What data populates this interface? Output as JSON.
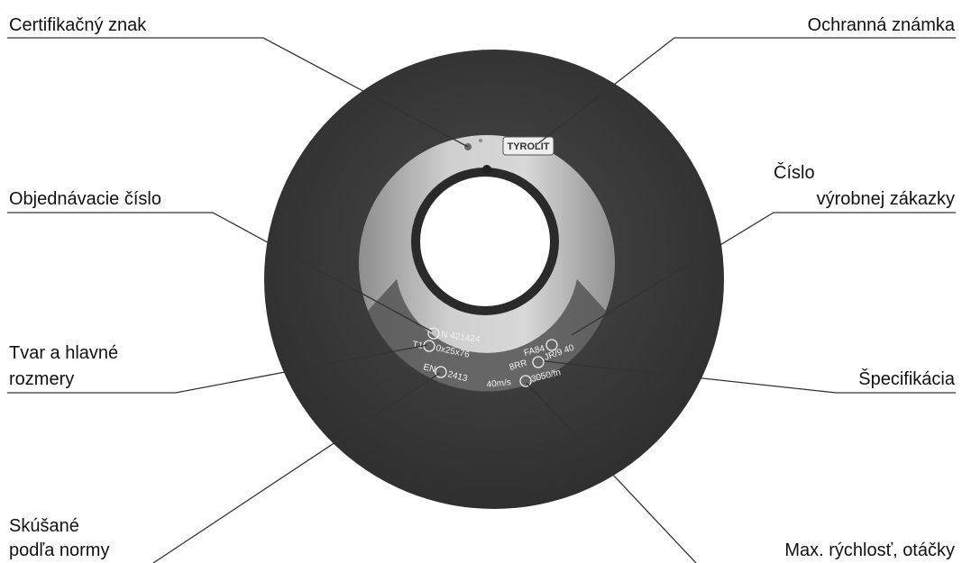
{
  "labels": {
    "certification_mark": "Certifikačný znak",
    "trademark": "Ochranná známka",
    "order_number": "Objednávacie číslo",
    "production_order_number_line1": "Číslo",
    "production_order_number_line2": "výrobnej zákazky",
    "shape_dimensions_line1": "Tvar a hlavné",
    "shape_dimensions_line2": "rozmery",
    "specification": "Špecifikácia",
    "tested_standard_line1": "Skúšané",
    "tested_standard_line2": "podľa normy",
    "max_speed": "Max. rýchlosť, otáčky"
  },
  "wheel": {
    "brand_logo": "TYROLIT",
    "marking_order": "N 421424",
    "marking_shape": "T1",
    "marking_dimensions": "0x25x76",
    "marking_standard_prefix": "EN",
    "marking_standard": "2413",
    "marking_spec_a": "FA84",
    "marking_spec_b": "8RR",
    "marking_spec_c": "JR/9 40",
    "marking_speed": "40m/s",
    "marking_rpm": "3050/fn"
  },
  "colors": {
    "wheel_body": "#3c3c3c",
    "label_band": "#bdbdbd",
    "marking_band": "#5a5a5a",
    "leader_line": "#333333"
  }
}
